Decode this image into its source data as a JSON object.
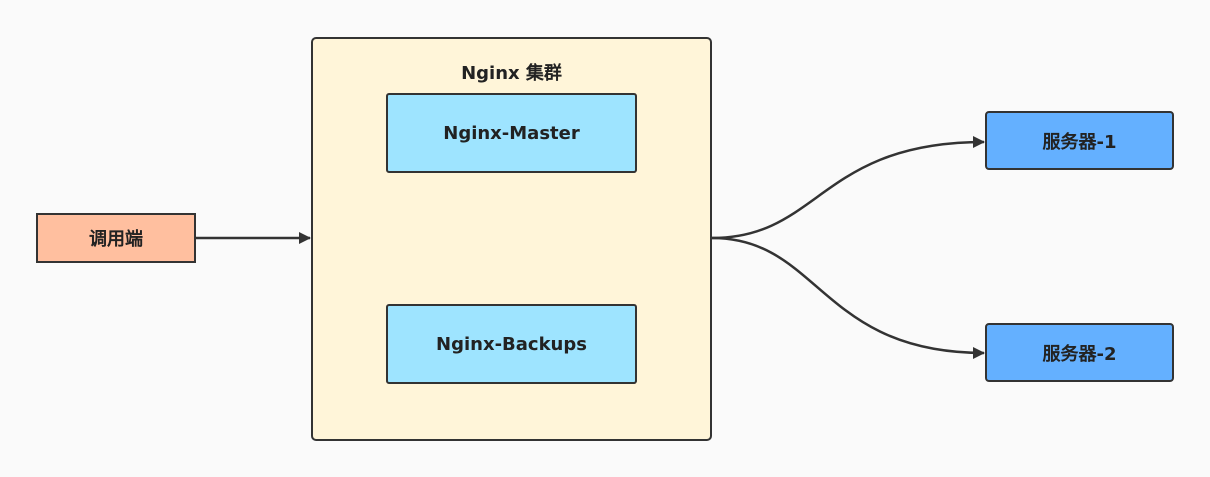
{
  "diagram": {
    "client": {
      "label": "调用端",
      "fill": "#ffbf9f"
    },
    "cluster": {
      "title": "Nginx 集群",
      "fill": "#fff5d9",
      "master": {
        "label": "Nginx-Master",
        "fill": "#9ee4ff"
      },
      "backups": {
        "label": "Nginx-Backups",
        "fill": "#9ee4ff"
      }
    },
    "servers": [
      {
        "label": "服务器-1",
        "fill": "#64b0ff"
      },
      {
        "label": "服务器-2",
        "fill": "#64b0ff"
      }
    ],
    "edge_color": "#333333"
  }
}
